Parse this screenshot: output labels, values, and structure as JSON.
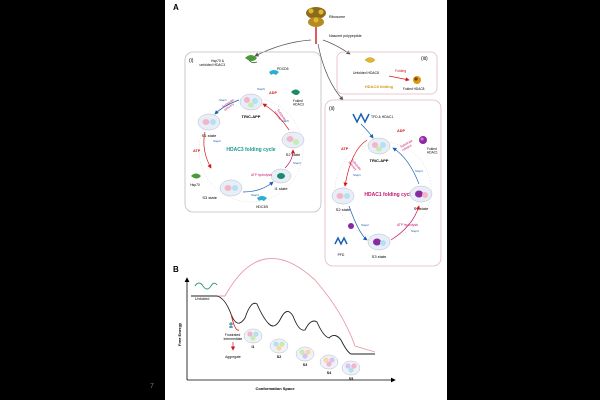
{
  "panel_a": {
    "label": "A",
    "ribosome_label": "Ribosome",
    "nascent_label": "Nascent polypeptide",
    "hdac3_panel": {
      "roman": "(i)",
      "hsp70_label": "Hsp70 &\nunfolded HDAC3",
      "pdcd5_label": "PDCD5",
      "adp_label": "ADP",
      "substrate_label": "Substrate\nrelease",
      "trick_label": "TRiC-APP",
      "folded_label": "Folded\nHDAC3",
      "s1_label": "S1 state",
      "s2_label": "S2 state",
      "cycle_title": "HDAC3 folding cycle",
      "atp_label": "ATP",
      "hsp70_bottom": "Hsp70",
      "i1_label": "I1 state",
      "s3_label": "S3 state",
      "atp_hydrolysis": "ATP hydrolysis",
      "hdc_label": "HDC3/5",
      "step_labels": [
        "Step1",
        "Step2",
        "Step3",
        "Step4",
        "Step5",
        "Step6"
      ]
    },
    "hdac8_panel": {
      "roman": "(iii)",
      "unfolded_label": "Unfolded HDAC8",
      "folding_label": "Folding",
      "folded_label": "Folded HDAC8",
      "cycle_title": "HDAC8 folding"
    },
    "hdac1_panel": {
      "roman": "(ii)",
      "tfd_label": "TFD & HDAC1",
      "adp_label": "ADP",
      "atp_label": "ATP",
      "trick_label": "TRiC-APP",
      "folded_label": "Folded\nHDAC1",
      "substrate_label": "Substrate\nrelease",
      "cycle_title": "HDAC1 folding cycle",
      "s2_label": "S2 state",
      "s1_label": "S1 state",
      "s3_label": "S3 state",
      "atp_hydrolysis": "ATP hydrolysis",
      "pfd_label": "PFD",
      "step_labels": [
        "Step1",
        "Step2",
        "Step3",
        "Step4"
      ]
    }
  },
  "panel_b": {
    "label": "B",
    "unfolded_label": "Unfolded",
    "frustrated_label": "Frustrated\nintermediate",
    "aggregate_label": "Aggregate",
    "y_axis_label": "Free Energy",
    "x_axis_label": "Conformation Space",
    "state_labels": [
      "I1",
      "S2",
      "S3",
      "S4",
      "S5"
    ]
  },
  "colors": {
    "hdac3_accent": "#1a9a8a",
    "hdac1_accent": "#c0186a",
    "hdac8_accent": "#d89a10",
    "arrow_red": "#d01818",
    "arrow_blue": "#1a5fb4",
    "panel_border": "#bdbdbd",
    "curve_pink": "#e89aa8",
    "curve_black": "#222222"
  },
  "page_mark": "7"
}
